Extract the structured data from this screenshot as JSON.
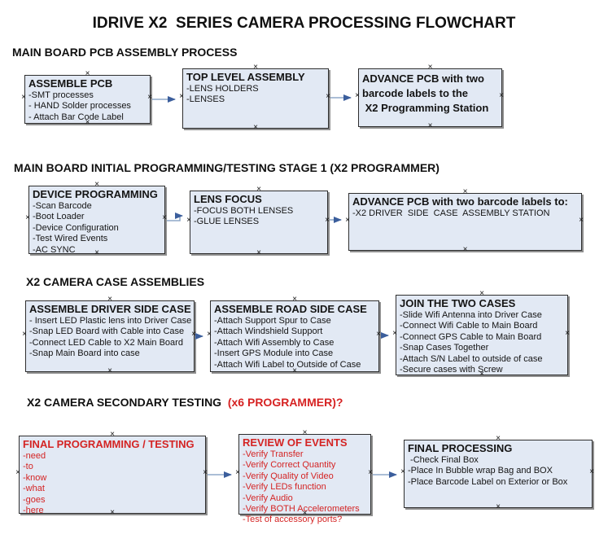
{
  "title": "IDRIVE X2  SERIES CAMERA PROCESSING FLOWCHART",
  "colors": {
    "box_fill": "#e2e9f4",
    "box_border": "#2e2e2e",
    "arrow_line": "#8fa8c8",
    "arrow_head": "#3b5e9c",
    "red_text": "#d42424"
  },
  "sections": [
    {
      "header": "MAIN BOARD PCB ASSEMBLY PROCESS",
      "boxes": [
        {
          "title": "ASSEMBLE PCB",
          "lines": [
            "-SMT processes",
            "- HAND Solder processes",
            "- Attach Bar Code Label"
          ]
        },
        {
          "title": "TOP LEVEL ASSEMBLY",
          "lines": [
            "-LENS HOLDERS",
            "-LENSES"
          ]
        },
        {
          "title": "ADVANCE PCB with two",
          "lines": [
            "barcode labels to the",
            " X2 Programming Station"
          ]
        }
      ]
    },
    {
      "header": "MAIN BOARD INITIAL PROGRAMMING/TESTING STAGE 1 (X2 PROGRAMMER)",
      "boxes": [
        {
          "title": "DEVICE PROGRAMMING",
          "lines": [
            "-Scan Barcode",
            "-Boot Loader",
            "-Device Configuration",
            "-Test Wired Events",
            "-AC SYNC"
          ]
        },
        {
          "title": "LENS FOCUS",
          "lines": [
            "-FOCUS BOTH LENSES",
            "-GLUE LENSES"
          ]
        },
        {
          "title": "ADVANCE PCB with two barcode labels to:",
          "lines": [
            "-X2 DRIVER  SIDE  CASE  ASSEMBLY STATION"
          ]
        }
      ]
    },
    {
      "header": "X2 CAMERA CASE ASSEMBLIES",
      "boxes": [
        {
          "title": "ASSEMBLE DRIVER SIDE CASE",
          "lines": [
            "- Insert LED Plastic lens into Driver Case",
            "-Snap LED Board with Cable into Case",
            "-Connect LED Cable to X2 Main Board",
            "-Snap Main Board into case"
          ]
        },
        {
          "title": "ASSEMBLE ROAD SIDE CASE",
          "lines": [
            "-Attach Support Spur to Case",
            "-Attach Windshield Support",
            "-Attach Wifi Assembly to Case",
            "-Insert GPS Module into Case",
            "-Attach Wifi Label to Outside of Case"
          ]
        },
        {
          "title": "JOIN THE TWO CASES",
          "lines": [
            "-Slide Wifi Antenna into Driver Case",
            "-Connect Wifi Cable to Main Board",
            "-Connect GPS Cable to Main Board",
            "-Snap Cases Together",
            "-Attach S/N Label to outside of case",
            "-Secure cases with Screw"
          ]
        }
      ]
    },
    {
      "header": "X2 CAMERA SECONDARY TESTING",
      "header_red_suffix": "  (x6 PROGRAMMER)?",
      "boxes": [
        {
          "title": "FINAL PROGRAMMING / TESTING",
          "lines": [
            "-need",
            "-to",
            "-know",
            "-what",
            "-goes",
            "-here"
          ]
        },
        {
          "title": "REVIEW OF EVENTS",
          "lines": [
            "-Verify Transfer",
            "-Verify Correct Quantity",
            "-Verify Quality of Video",
            "-Verify LEDs function",
            "-Verify Audio",
            "-Verify BOTH Accelerometers",
            "-Test of accessory ports?"
          ]
        },
        {
          "title": "FINAL PROCESSING",
          "lines": [
            " -Check Final Box",
            "-Place In Bubble wrap Bag and BOX",
            "-Place Barcode Label on Exterior or Box"
          ]
        }
      ]
    }
  ]
}
